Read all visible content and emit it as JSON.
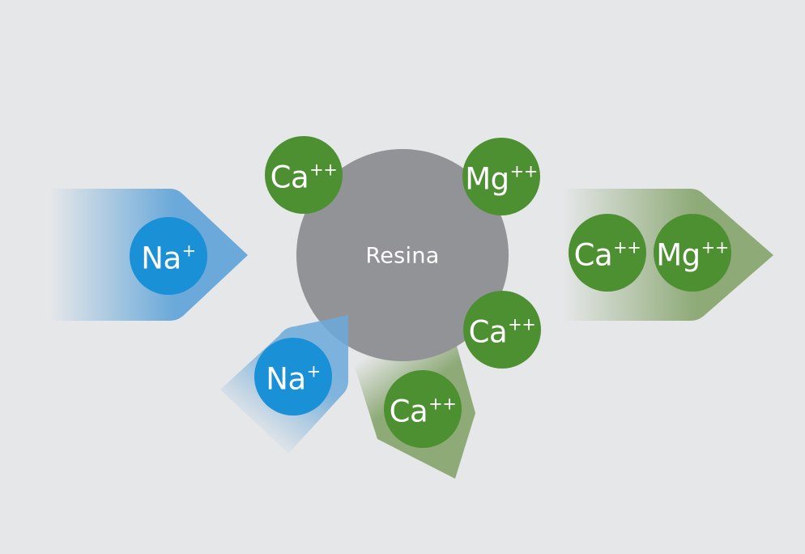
{
  "colors": {
    "background": "#e6e7e9",
    "resin": "#929397",
    "sodium_ion": "#1a90d7",
    "hardness_ion": "#4d9032",
    "sodium_arrow": "#6aa9d9",
    "hardness_arrow": "#8eaa77"
  },
  "resin": {
    "label": "Resina"
  },
  "ions": {
    "na_incoming": {
      "symbol": "Na",
      "charge": "+"
    },
    "na_released": {
      "symbol": "Na",
      "charge": "+"
    },
    "ca_bound_top": {
      "symbol": "Ca",
      "charge": "++"
    },
    "mg_bound_top": {
      "symbol": "Mg",
      "charge": "++"
    },
    "ca_bound_right": {
      "symbol": "Ca",
      "charge": "++"
    },
    "ca_incoming_bottom": {
      "symbol": "Ca",
      "charge": "++"
    },
    "ca_outgoing": {
      "symbol": "Ca",
      "charge": "++"
    },
    "mg_outgoing": {
      "symbol": "Mg",
      "charge": "++"
    }
  }
}
